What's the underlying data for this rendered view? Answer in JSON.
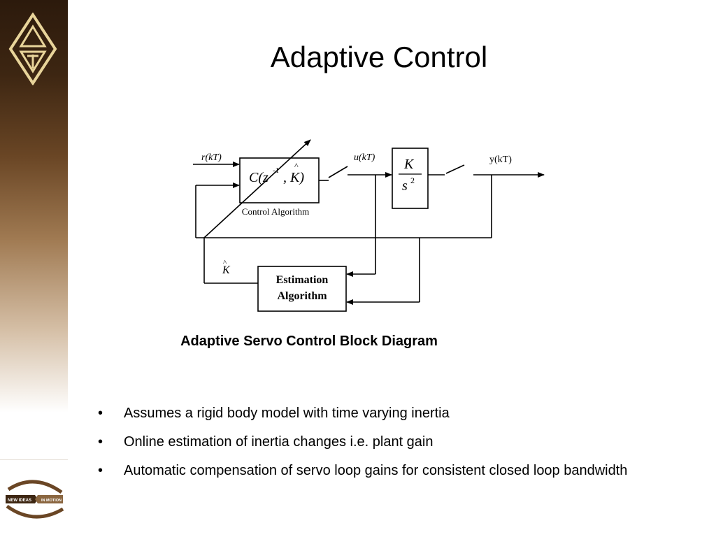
{
  "slide": {
    "title": "Adaptive Control",
    "caption": "Adaptive Servo Control Block Diagram",
    "bullets": [
      "Assumes a rigid body model with time varying inertia",
      "Online estimation of inertia changes i.e. plant gain",
      "Automatic compensation of servo loop gains for consistent closed loop bandwidth"
    ]
  },
  "diagram": {
    "input_label": "r(kT)",
    "control_signal_label": "u(kT)",
    "output_label": "y(kT)",
    "controller_label": "Control Algorithm",
    "estimation_label_line1": "Estimation",
    "estimation_label_line2": "Algorithm",
    "estimate_symbol": "K",
    "plant_numerator": "K",
    "plant_denominator": "s",
    "plant_exponent": "2",
    "controller_function": "C(z",
    "controller_exponent": "-1",
    "controller_args": ", K)"
  },
  "branding": {
    "bottom_logo_left_text": "NEW IDEAS",
    "bottom_logo_right_text": "IN MOTION"
  },
  "colors": {
    "sidebar_dark": "#2c1a0c",
    "logo_gold": "#e8d49a"
  },
  "icons": {
    "top_logo": "diamond-triangles-logo-icon",
    "bottom_logo": "swoosh-arrows-logo-icon"
  }
}
